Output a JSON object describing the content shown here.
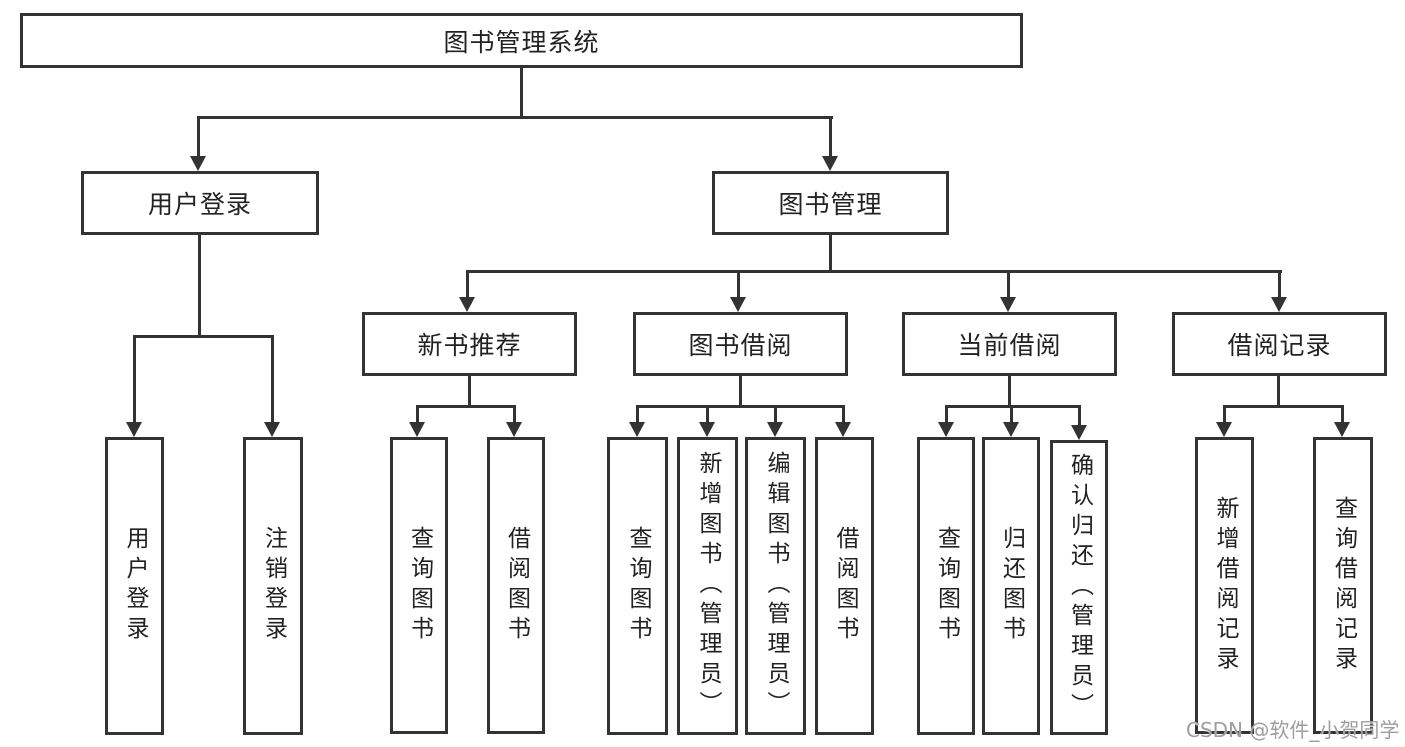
{
  "diagram": {
    "root": {
      "label": "图书管理系统"
    },
    "level2": [
      {
        "label": "用户登录"
      },
      {
        "label": "图书管理"
      }
    ],
    "level3": [
      {
        "label": "新书推荐"
      },
      {
        "label": "图书借阅"
      },
      {
        "label": "当前借阅"
      },
      {
        "label": "借阅记录"
      }
    ],
    "leaves": {
      "user_login": [
        {
          "label": "用户登录"
        },
        {
          "label": "注销登录"
        }
      ],
      "new_book": [
        {
          "label": "查询图书"
        },
        {
          "label": "借阅图书"
        }
      ],
      "book_borrow": [
        {
          "label": "查询图书"
        },
        {
          "label": "新增图书（管理员）"
        },
        {
          "label": "编辑图书（管理员）"
        },
        {
          "label": "借阅图书"
        }
      ],
      "current_borrow": [
        {
          "label": "查询图书"
        },
        {
          "label": "归还图书"
        },
        {
          "label": "确认归还（管理员）"
        }
      ],
      "borrow_record": [
        {
          "label": "新增借阅记录"
        },
        {
          "label": "查询借阅记录"
        }
      ]
    }
  },
  "watermark": {
    "text": "CSDN @软件_小贺同学"
  },
  "colors": {
    "line": "#333333",
    "text": "#222222",
    "background": "#ffffff",
    "watermark": "#9e9e9e"
  }
}
